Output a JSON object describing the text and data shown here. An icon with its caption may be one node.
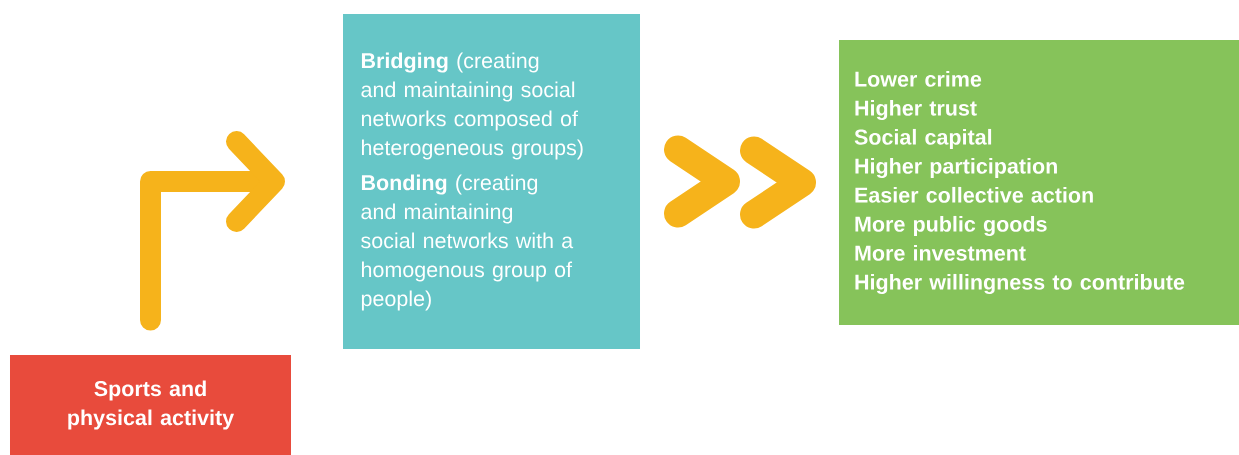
{
  "diagram": {
    "nodes": [
      {
        "text": [
          "Sports and physical activity"
        ]
      },
      {
        "text": [
          "**Bridging** (creating and maintaining social networks composed of heterogeneous groups)",
          "**Bonding** (creating and maintaining social networks with a homogenous group of people)"
        ]
      },
      {
        "text": [
          "Lower crime",
          "Higher trust",
          "Social capital",
          "Higher participation",
          "Easier collective action",
          "More public goods",
          "More investment",
          "Higher willingness to contribute"
        ]
      }
    ],
    "edges": [
      {
        "from": 0,
        "to": 1,
        "arrow": "to",
        "color": "#f6b31b"
      },
      {
        "from": 1,
        "to": 2,
        "arrow": "to",
        "color": "#f6b31b"
      }
    ]
  }
}
